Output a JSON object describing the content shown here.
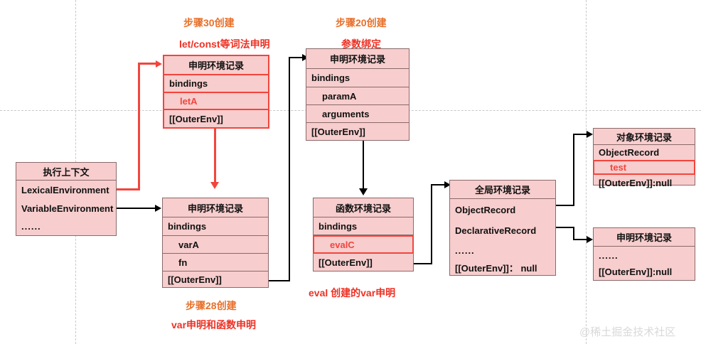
{
  "diagram": {
    "title": "JavaScript Environment Records Diagram",
    "colors": {
      "box_fill": "#f7cdcd",
      "box_border": "#8a6a6a",
      "highlight": "#f2453d",
      "note_orange": "#e8702a",
      "note_red": "#ee3124",
      "guide": "#c8c8c8",
      "watermark": "#d9d9d9"
    },
    "watermark": "@稀土掘金技术社区",
    "notes": {
      "step30": "步骤30创建",
      "step30_sub": "let/const等词法申明",
      "step20": "步骤20创建",
      "step20_sub": "参数绑定",
      "step28": "步骤28创建",
      "step28_sub": "var申明和函数申明",
      "eval_note": "eval 创建的var申明"
    },
    "boxes": {
      "exec_context": {
        "header": "执行上下文",
        "rows": [
          "LexicalEnvironment",
          "VariableEnvironment",
          "......"
        ]
      },
      "decl_env_let": {
        "header": "申明环境记录",
        "rows": [
          "bindings",
          "letA",
          "[[OuterEnv]]"
        ]
      },
      "decl_env_param": {
        "header": "申明环境记录",
        "rows": [
          "bindings",
          "paramA",
          "arguments",
          "[[OuterEnv]]"
        ]
      },
      "decl_env_var": {
        "header": "申明环境记录",
        "rows": [
          "bindings",
          "varA",
          "fn",
          "[[OuterEnv]]"
        ]
      },
      "func_env": {
        "header": "函数环境记录",
        "rows": [
          "bindings",
          "evalC",
          "[[OuterEnv]]"
        ]
      },
      "global_env": {
        "header": "全局环境记录",
        "rows": [
          "ObjectRecord",
          "DeclarativeRecord",
          "......",
          "[[OuterEnv]]： null"
        ]
      },
      "object_env": {
        "header": "对象环境记录",
        "rows": [
          "ObjectRecord",
          "test",
          "[[OuterEnv]]:null"
        ]
      },
      "decl_env_global": {
        "header": "申明环境记录",
        "rows": [
          "......",
          "[[OuterEnv]]:null"
        ]
      }
    }
  }
}
